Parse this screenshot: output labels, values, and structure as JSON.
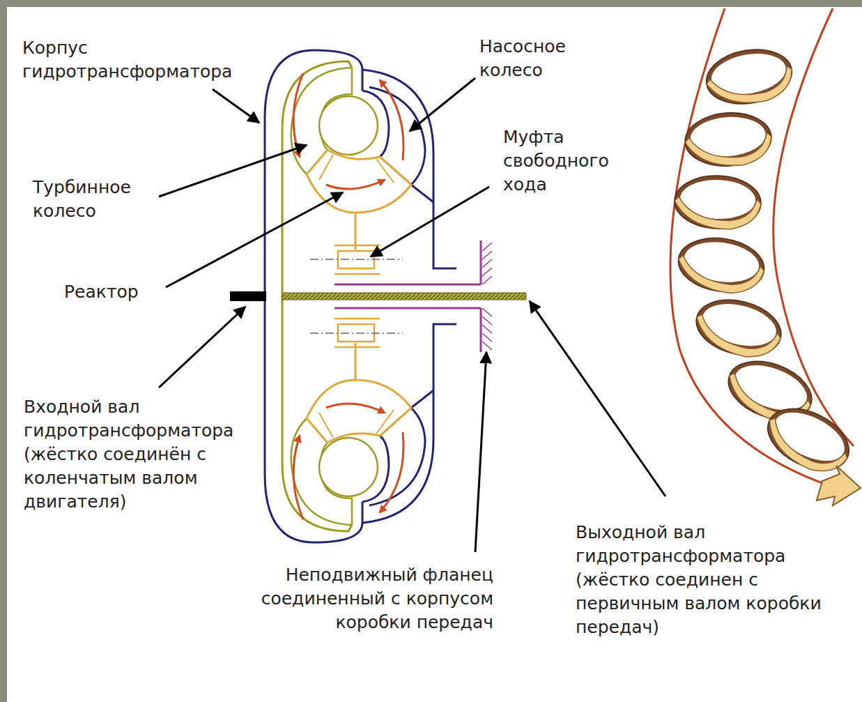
{
  "diagram": {
    "labels": [
      "Корпус гидротрансформатора",
      "Насосное колесо",
      "Муфта свободного хода",
      "Турбинное колесо",
      "Реактор",
      "Входной вал гидротрансформатора (жёстко соединён с коленчатым валом двигателя)",
      "Неподвижный фланец соединенный с корпусом коробки передач",
      "Выходной вал гидротрансформатора (жёстко соединен с первичным валом коробки передач)"
    ]
  }
}
